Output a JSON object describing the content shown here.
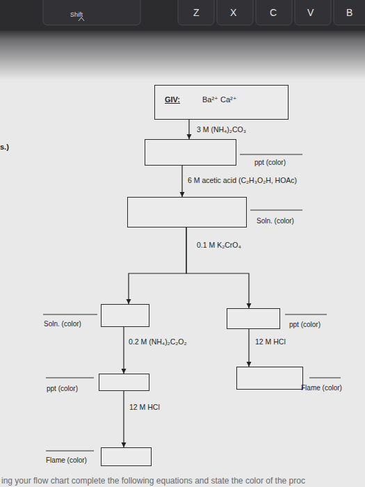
{
  "diagram": {
    "nodes": [
      {
        "text": [
          "GIV:",
          "Ba²⁺ Ca²⁺"
        ]
      },
      {
        "text": [
          "ppt (color)"
        ]
      },
      {
        "text": [
          "Soln. (color)"
        ]
      },
      {
        "text": [
          "Soln. (color)"
        ]
      },
      {
        "text": [
          "ppt (color)"
        ]
      },
      {
        "text": [
          "ppt (color)"
        ]
      },
      {
        "text": [
          "Flame (color)"
        ]
      },
      {
        "text": [
          "Flame (color)"
        ]
      }
    ],
    "edges": [
      {
        "from": 0,
        "to": 1,
        "arrow": "to",
        "label": "3 M (NH₄)₂CO₃"
      },
      {
        "from": 1,
        "to": 2,
        "arrow": "to",
        "label": "6 M acetic acid (C₂H₃O₂H, HOAc)"
      },
      {
        "from": 2,
        "to": 3,
        "arrow": "to",
        "label": "0.1 M K₂CrO₄"
      },
      {
        "from": 2,
        "to": 4,
        "arrow": "to"
      },
      {
        "from": 3,
        "to": 5,
        "arrow": "to",
        "label": "0.2 M (NH₄)₂C₂O₂"
      },
      {
        "from": 4,
        "to": 6,
        "arrow": "to",
        "label": "12 M HCl"
      },
      {
        "from": 5,
        "to": 7,
        "arrow": "to",
        "label": "12 M HCl"
      }
    ],
    "labels": [
      "Shift",
      "Z",
      "X",
      "C",
      "V",
      "B",
      "s.)",
      "ing your flow chart complete the following equations and state the color of the proc"
    ]
  }
}
